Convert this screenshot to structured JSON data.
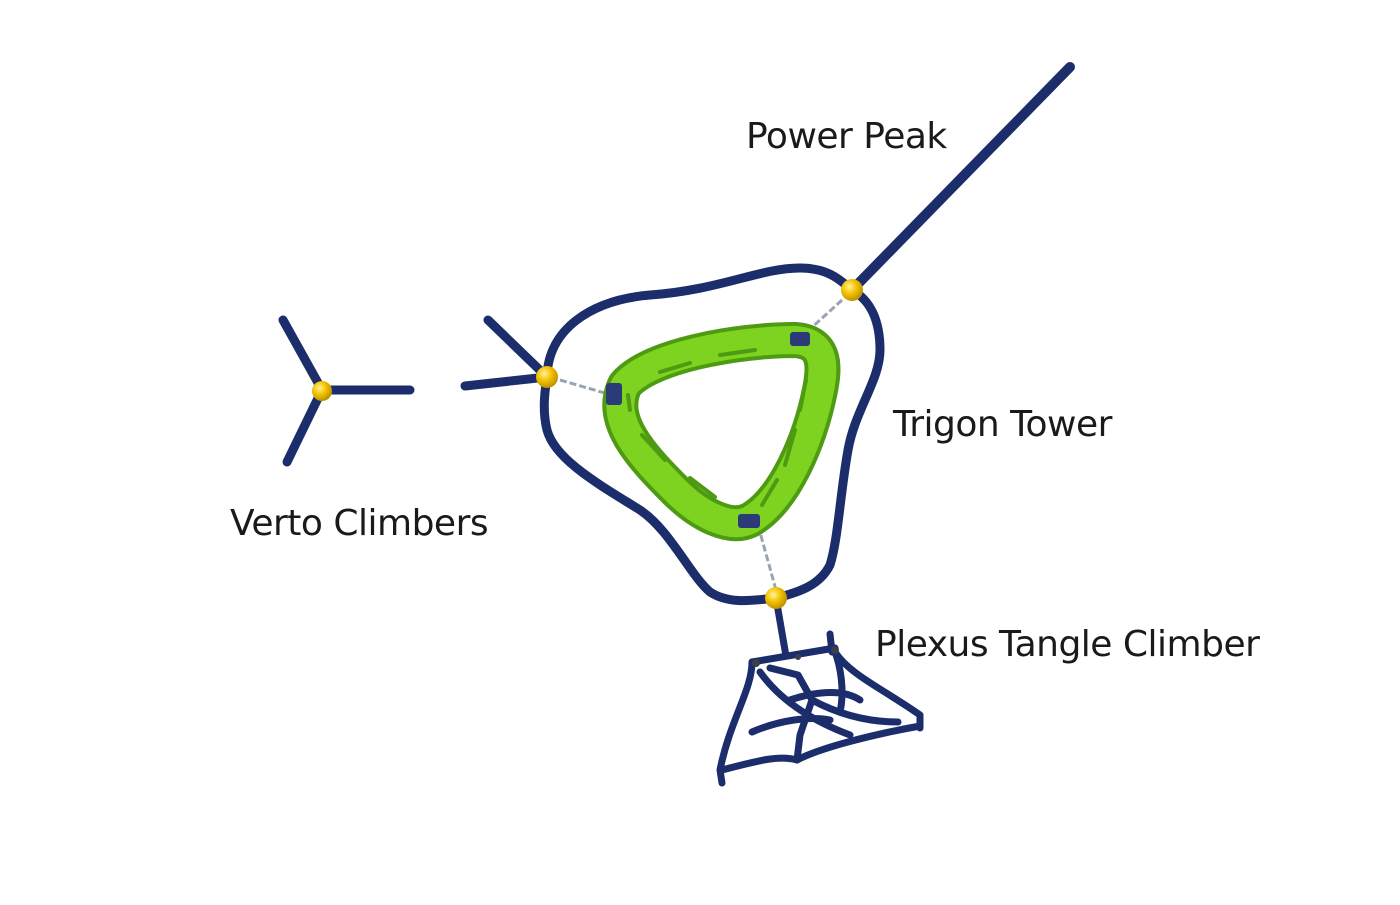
{
  "labels": {
    "power_peak": "Power Peak",
    "trigon_tower": "Trigon Tower",
    "verto_climbers": "Verto Climbers",
    "plexus_tangle_climber": "Plexus Tangle Climber"
  },
  "colors": {
    "frame": "#1c2d6b",
    "connector": "#f5c400",
    "ring": "#7ed321",
    "ring_shadow": "#4e9a12",
    "cable": "#9aa3b5"
  }
}
